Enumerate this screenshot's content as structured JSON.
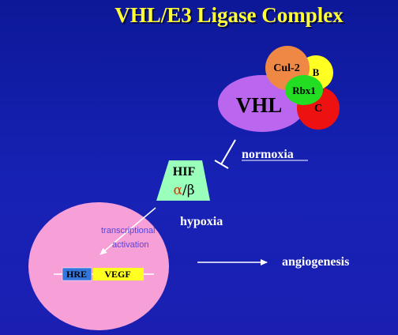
{
  "title": "VHL/E3 Ligase Complex",
  "complex": {
    "vhl": "VHL",
    "cul2": "Cul-2",
    "b": "B",
    "rbx1": "Rbx1",
    "c": "C"
  },
  "hif": {
    "name": "HIF",
    "alpha": "α",
    "slash": "/",
    "beta": "β"
  },
  "labels": {
    "normoxia": "normoxia",
    "hypoxia": "hypoxia",
    "transcriptional": "transcriptional",
    "activation": "activation",
    "angiogenesis": "angiogenesis"
  },
  "gene": {
    "hre": "HRE",
    "vegf": "VEGF"
  },
  "colors": {
    "title": "#ffff33",
    "vhl": "#bb66ee",
    "cul2": "#ee8844",
    "b": "#ffff22",
    "rbx1": "#22dd22",
    "c": "#ee1111",
    "hif_fill": "#99ffbb",
    "alpha": "#dd3300",
    "nucleus": "#f7a0d8",
    "hre": "#3377dd",
    "vegf": "#ffff22",
    "text_annotation": "#5544dd"
  }
}
